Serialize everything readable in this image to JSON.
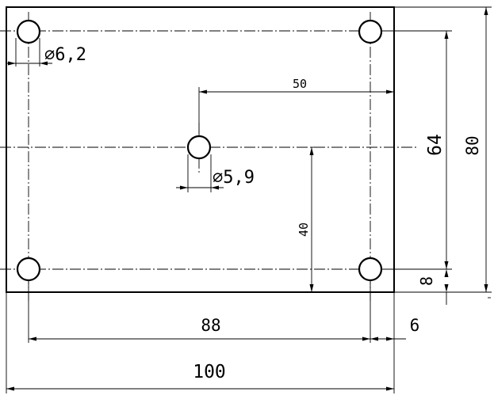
{
  "plate": {
    "width_dim": "100",
    "height_dim": "80"
  },
  "holes": {
    "corner_diameter": "⌀6,2",
    "center_diameter": "⌀5,9"
  },
  "dimensions": {
    "hole_spacing_x": "88",
    "hole_spacing_y": "64",
    "center_hole_from_right": "50",
    "center_hole_from_bottom": "40",
    "right_edge_offset": "6",
    "bottom_edge_offset": "8"
  }
}
